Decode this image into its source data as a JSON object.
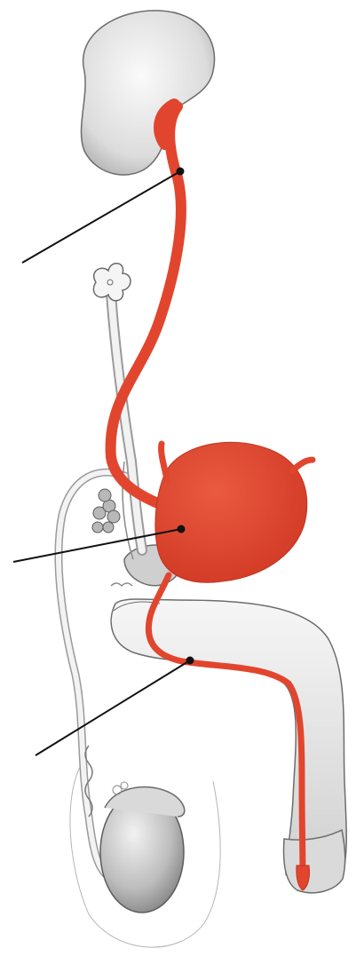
{
  "diagram": {
    "colors": {
      "urinary": "#e2452e",
      "urinary_dark": "#b8321f",
      "organ_fill": "#ededed",
      "organ_stroke": "#8a8a8a",
      "leader": "#111111"
    },
    "labels": [
      {
        "id": "ureter",
        "text": ""
      },
      {
        "id": "bladder",
        "text": ""
      },
      {
        "id": "urethra",
        "text": ""
      }
    ]
  }
}
